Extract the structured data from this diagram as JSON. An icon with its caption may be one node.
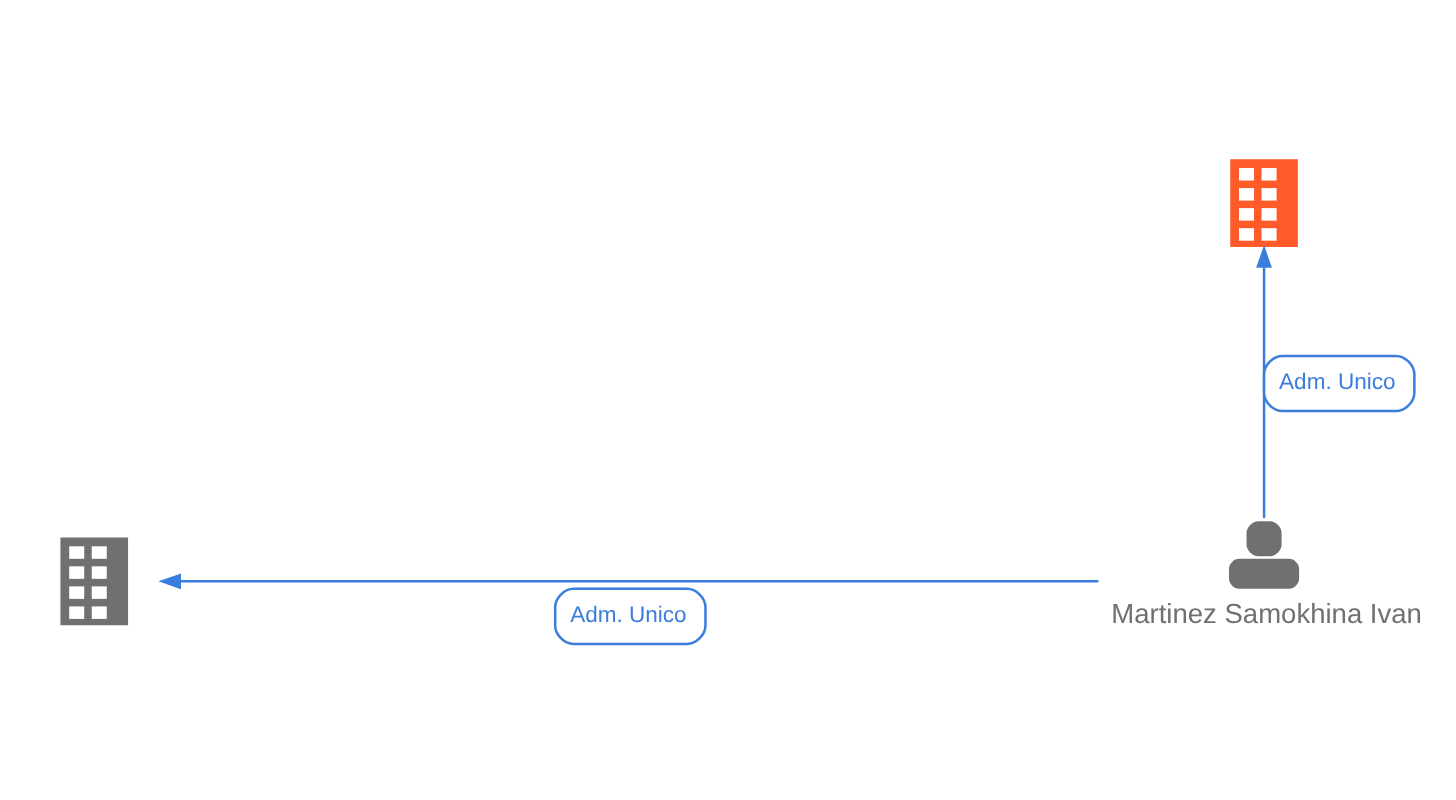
{
  "diagram": {
    "nodes": [
      {
        "text": [],
        "shape": "building"
      },
      {
        "text": [
          "Martinez Samokhina Ivan"
        ]
      },
      {
        "text": [],
        "shape": "building"
      }
    ],
    "edges": [
      {
        "from": 1,
        "to": 0,
        "arrow": "to",
        "label": "Adm. Unico"
      },
      {
        "from": 1,
        "to": 2,
        "arrow": "to",
        "label": "Adm. Unico"
      }
    ]
  }
}
